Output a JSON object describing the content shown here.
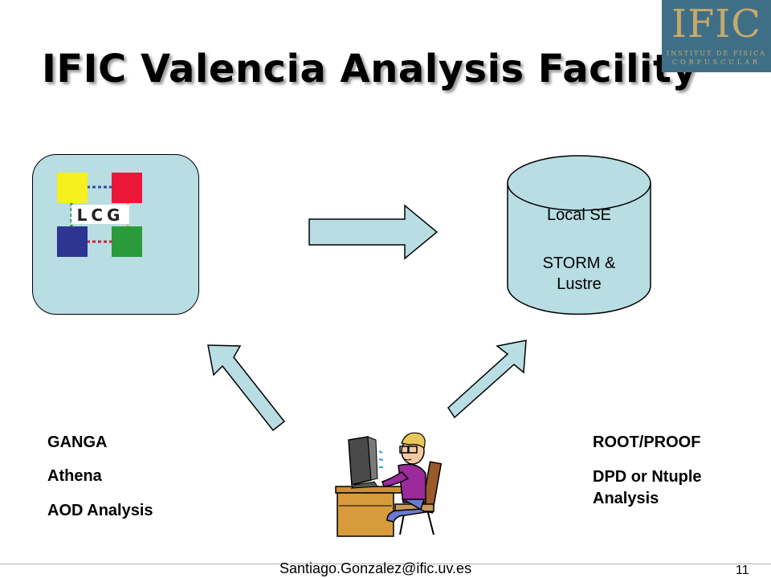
{
  "slide": {
    "title": "IFIC Valencia Analysis Facility",
    "logo": {
      "main": "IFIC",
      "line1": "INSTITUT DE FÍSICA",
      "line2": "CORPUSCULAR"
    },
    "lcg_logo_text": "LCG",
    "storage": {
      "line1": "Local SE",
      "line2": "STORM  &",
      "line3": "Lustre"
    },
    "left_labels": [
      "GANGA",
      "Athena",
      "AOD Analysis"
    ],
    "right_labels": [
      "ROOT/PROOF",
      "DPD or Ntuple",
      "Analysis"
    ],
    "footer": {
      "email": "Santiago.Gonzalez@ific.uv.es",
      "page": "11"
    }
  },
  "colors": {
    "panel_fill": "#b8dde3",
    "logo_bg": "#3f6f86",
    "logo_text": "#c8a96a"
  }
}
